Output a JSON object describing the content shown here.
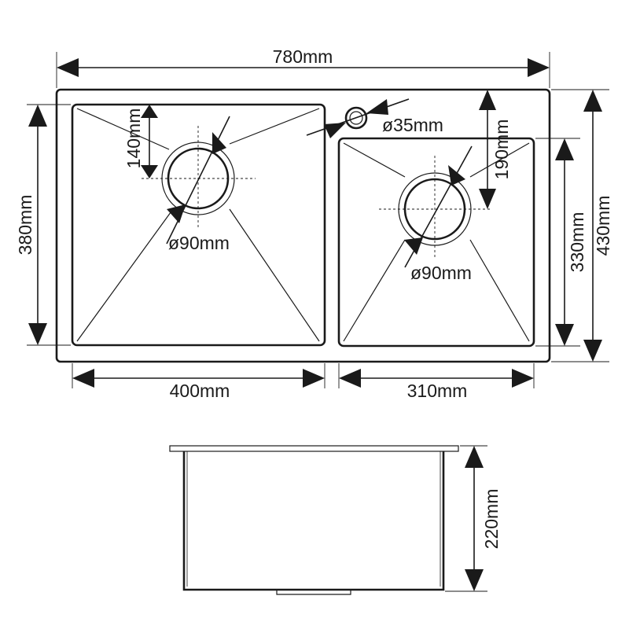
{
  "dimensions": {
    "overall_width": "780mm",
    "overall_depth": "430mm",
    "left_bowl_width": "400mm",
    "left_bowl_depth": "380mm",
    "left_drain_offset": "140mm",
    "right_bowl_width": "310mm",
    "right_bowl_depth": "330mm",
    "right_drain_offset": "190mm",
    "left_drain_diameter": "ø90mm",
    "right_drain_diameter": "ø90mm",
    "tap_hole_diameter": "ø35mm",
    "bowl_height": "220mm"
  }
}
